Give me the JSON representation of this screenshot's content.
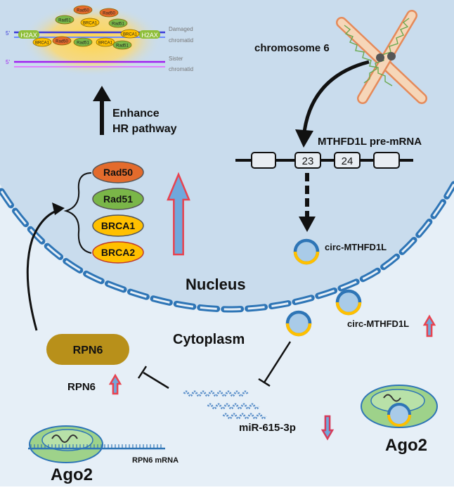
{
  "dna_panel": {
    "h2ax_left": "H2AX",
    "h2ax_right": "H2AX",
    "proteins": [
      "Rad50",
      "Rad50",
      "Rad51",
      "BRCA1",
      "Rad51",
      "BRCA1",
      "Rad50",
      "Rad51",
      "BRCA1",
      "BRCA1",
      "Rad51"
    ],
    "five_prime": "5'",
    "damaged_label_1": "Damaged",
    "damaged_label_2": "chromatid",
    "sister_label_1": "Sister",
    "sister_label_2": "chromatid"
  },
  "hr_text_1": "Enhance",
  "hr_text_2": "HR pathway",
  "chromosome_label": "chromosome 6",
  "gene": {
    "label": "MTHFD1L pre-mRNA",
    "exon_1": "23",
    "exon_2": "24"
  },
  "hr_proteins": [
    "Rad50",
    "Rad51",
    "BRCA1",
    "BRCA2"
  ],
  "circ_label_nucleus": "circ-MTHFD1L",
  "circ_label_cytoplasm": "circ-MTHFD1L",
  "nucleus_label": "Nucleus",
  "cytoplasm_label": "Cytoplasm",
  "rpn6_box": "RPN6",
  "rpn6_label": "RPN6",
  "mirna_label": "miR-615-3p",
  "rpn6_mrna_label": "RPN6 mRNA",
  "ago2_left": "Ago2",
  "ago2_right": "Ago2",
  "colors": {
    "nucleus_fill": "#c9dced",
    "cytoplasm_fill": "#e6eff7",
    "membrane": "#2e75b6",
    "rad50": "#e36b2c",
    "rad51": "#7ab648",
    "brca": "#ffc000",
    "rpn6": "#b8901a",
    "up_arrow": "#e8424f",
    "up_arrow_fill": "#6fa8dc",
    "down_arrow": "#d63b5a"
  }
}
